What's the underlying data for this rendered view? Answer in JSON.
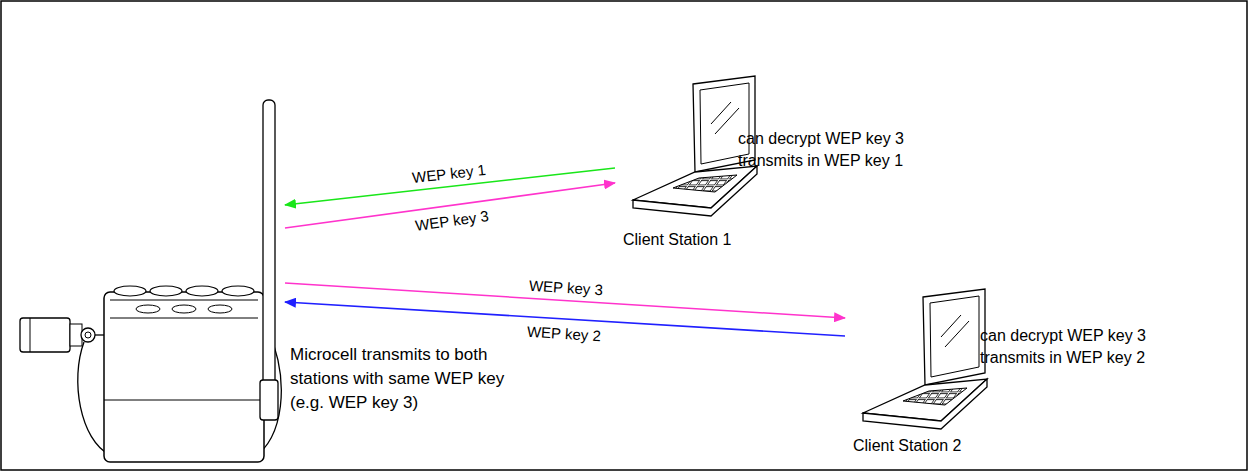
{
  "diagram": {
    "nodes": [
      {
        "text": [
          "Microcell transmits to both stations with same WEP key (e.g. WEP key 3)"
        ]
      },
      {
        "text": [
          "Client Station 1",
          "can decrypt WEP key 3 transmits in WEP key 1"
        ]
      },
      {
        "text": [
          "Client Station 2",
          "can decrypt WEP key 3 transmits in WEP key 2"
        ]
      }
    ],
    "edges": [
      {
        "from": 1,
        "to": 0,
        "arrow": "to",
        "label": "WEP key 1"
      },
      {
        "from": 0,
        "to": 1,
        "arrow": "to",
        "label": "WEP key 3"
      },
      {
        "from": 0,
        "to": 2,
        "arrow": "to",
        "label": "WEP key 3"
      },
      {
        "from": 2,
        "to": 0,
        "arrow": "to",
        "label": "WEP key 2"
      }
    ]
  }
}
